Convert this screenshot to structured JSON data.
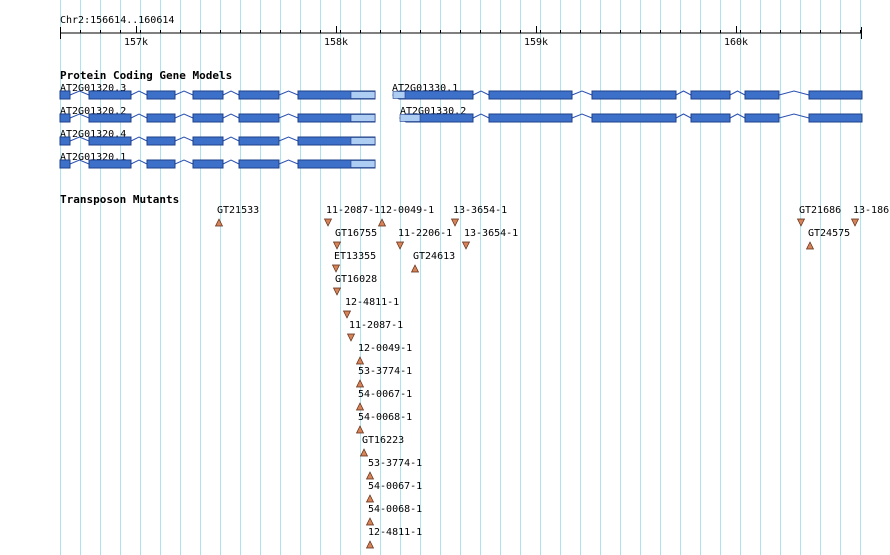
{
  "ruler": {
    "position": "Chr2:156614..160614",
    "ticks": [
      "157k",
      "158k",
      "159k",
      "160k"
    ]
  },
  "tracks": {
    "genes": {
      "title": "Protein Coding Gene Models"
    },
    "transposons": {
      "title": "Transposon Mutants"
    }
  },
  "gene_models": [
    {
      "label": "AT2G01320.3",
      "strand": "+"
    },
    {
      "label": "AT2G01320.2",
      "strand": "+"
    },
    {
      "label": "AT2G01320.4",
      "strand": "+"
    },
    {
      "label": "AT2G01320.1",
      "strand": "+"
    },
    {
      "label": "AT2G01330.1",
      "strand": "-"
    },
    {
      "label": "AT2G01330.2",
      "strand": "-"
    }
  ],
  "mutants": [
    {
      "label": "GT21533",
      "dir": "up"
    },
    {
      "label": "11-2087-1",
      "dir": "down"
    },
    {
      "label": "12-0049-1",
      "dir": "up"
    },
    {
      "label": "13-3654-1",
      "dir": "down"
    },
    {
      "label": "GT16755",
      "dir": "down"
    },
    {
      "label": "11-2206-1",
      "dir": "down"
    },
    {
      "label": "13-3654-1",
      "dir": "down"
    },
    {
      "label": "ET13355",
      "dir": "down"
    },
    {
      "label": "GT24613",
      "dir": "up"
    },
    {
      "label": "GT16028",
      "dir": "down"
    },
    {
      "label": "12-4811-1",
      "dir": "down"
    },
    {
      "label": "11-2087-1",
      "dir": "down"
    },
    {
      "label": "12-0049-1",
      "dir": "up"
    },
    {
      "label": "53-3774-1",
      "dir": "up"
    },
    {
      "label": "54-0067-1",
      "dir": "up"
    },
    {
      "label": "54-0068-1",
      "dir": "up"
    },
    {
      "label": "GT16223",
      "dir": "up"
    },
    {
      "label": "53-3774-1",
      "dir": "up"
    },
    {
      "label": "54-0067-1",
      "dir": "up"
    },
    {
      "label": "54-0068-1",
      "dir": "up"
    },
    {
      "label": "12-4811-1",
      "dir": "up"
    },
    {
      "label": "GT21686",
      "dir": "down"
    },
    {
      "label": "GT24575",
      "dir": "up"
    },
    {
      "label": "13-186",
      "dir": "down"
    }
  ],
  "colors": {
    "gridline": "#ade3ec",
    "exon_fill": "#3d70c8",
    "exon_stroke": "#1e3f8a",
    "utr_fill": "#aecdf2",
    "intron": "#2a50b0",
    "marker_fill": "#d6835a",
    "marker_stroke": "#5a2a12"
  }
}
